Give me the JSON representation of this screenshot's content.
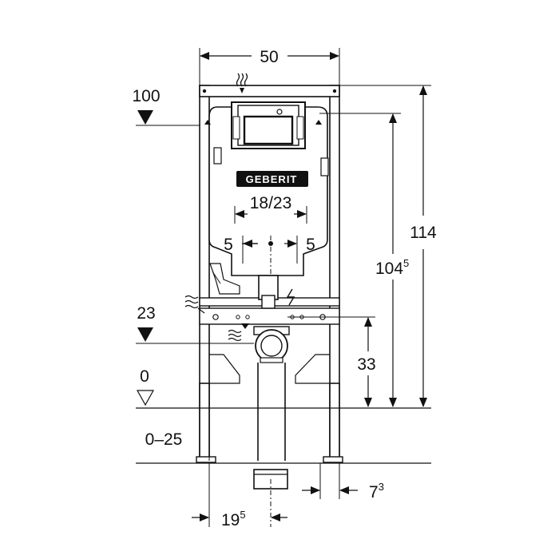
{
  "brand": "GEBERIT",
  "dimensions": {
    "frame_width": "50",
    "top_height_mark": "100",
    "total_height": "114",
    "frame_height_main": "104",
    "frame_height_sup": "5",
    "flush_plate_width": "18/23",
    "left_offset": "5",
    "right_offset": "5",
    "inlet_level": "23",
    "outlet_height": "33",
    "floor_level": "0",
    "floor_adjust": "0–25",
    "outlet_offset_main": "19",
    "outlet_offset_sup": "5",
    "foot_depth_main": "7",
    "foot_depth_sup": "3"
  },
  "colors": {
    "line": "#111111",
    "frame_fill": "#ffffff",
    "plate_fill": "#111111"
  }
}
